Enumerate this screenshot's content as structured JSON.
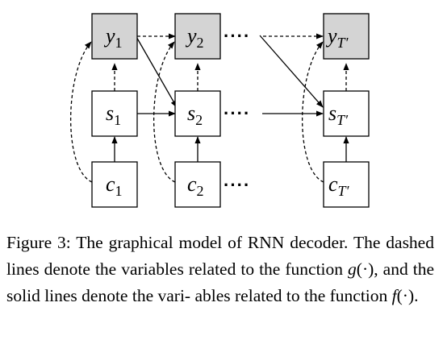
{
  "diagram": {
    "nodes": {
      "y1": {
        "base": "y",
        "sub": "1"
      },
      "y2": {
        "base": "y",
        "sub": "2"
      },
      "yT": {
        "base": "y",
        "sub": "T′"
      },
      "s1": {
        "base": "s",
        "sub": "1"
      },
      "s2": {
        "base": "s",
        "sub": "2"
      },
      "sT": {
        "base": "s",
        "sub": "T′"
      },
      "c1": {
        "base": "c",
        "sub": "1"
      },
      "c2": {
        "base": "c",
        "sub": "2"
      },
      "cT": {
        "base": "c",
        "sub": "T′"
      }
    },
    "ellipsis": "····",
    "colors": {
      "output_fill": "#d4d4d4",
      "node_fill": "#ffffff",
      "stroke": "#000000"
    }
  },
  "caption": {
    "line1": "Figure 3: The graphical model of RNN decoder.",
    "line2": "The dashed lines denote the variables related to the",
    "line3_pre": "function ",
    "line3_g": "g",
    "line3_paren": "(·)",
    "line3_post": ", and the solid lines denote the vari-",
    "line4_pre": "ables related to the function ",
    "line4_f": "f",
    "line4_paren": "(·)",
    "line4_post": "."
  }
}
